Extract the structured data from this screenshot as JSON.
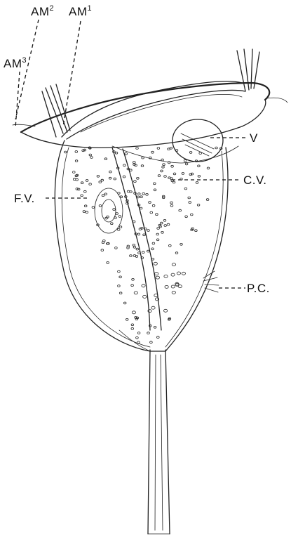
{
  "labels": {
    "am2": {
      "base": "AM",
      "sup": "2"
    },
    "am1": {
      "base": "AM",
      "sup": "1"
    },
    "am3": {
      "base": "AM",
      "sup": "3"
    },
    "v": "V",
    "cv": "C.V.",
    "fv": "F.V.",
    "pc": "P.C."
  },
  "colors": {
    "ink": "#222222",
    "background": "#ffffff"
  }
}
